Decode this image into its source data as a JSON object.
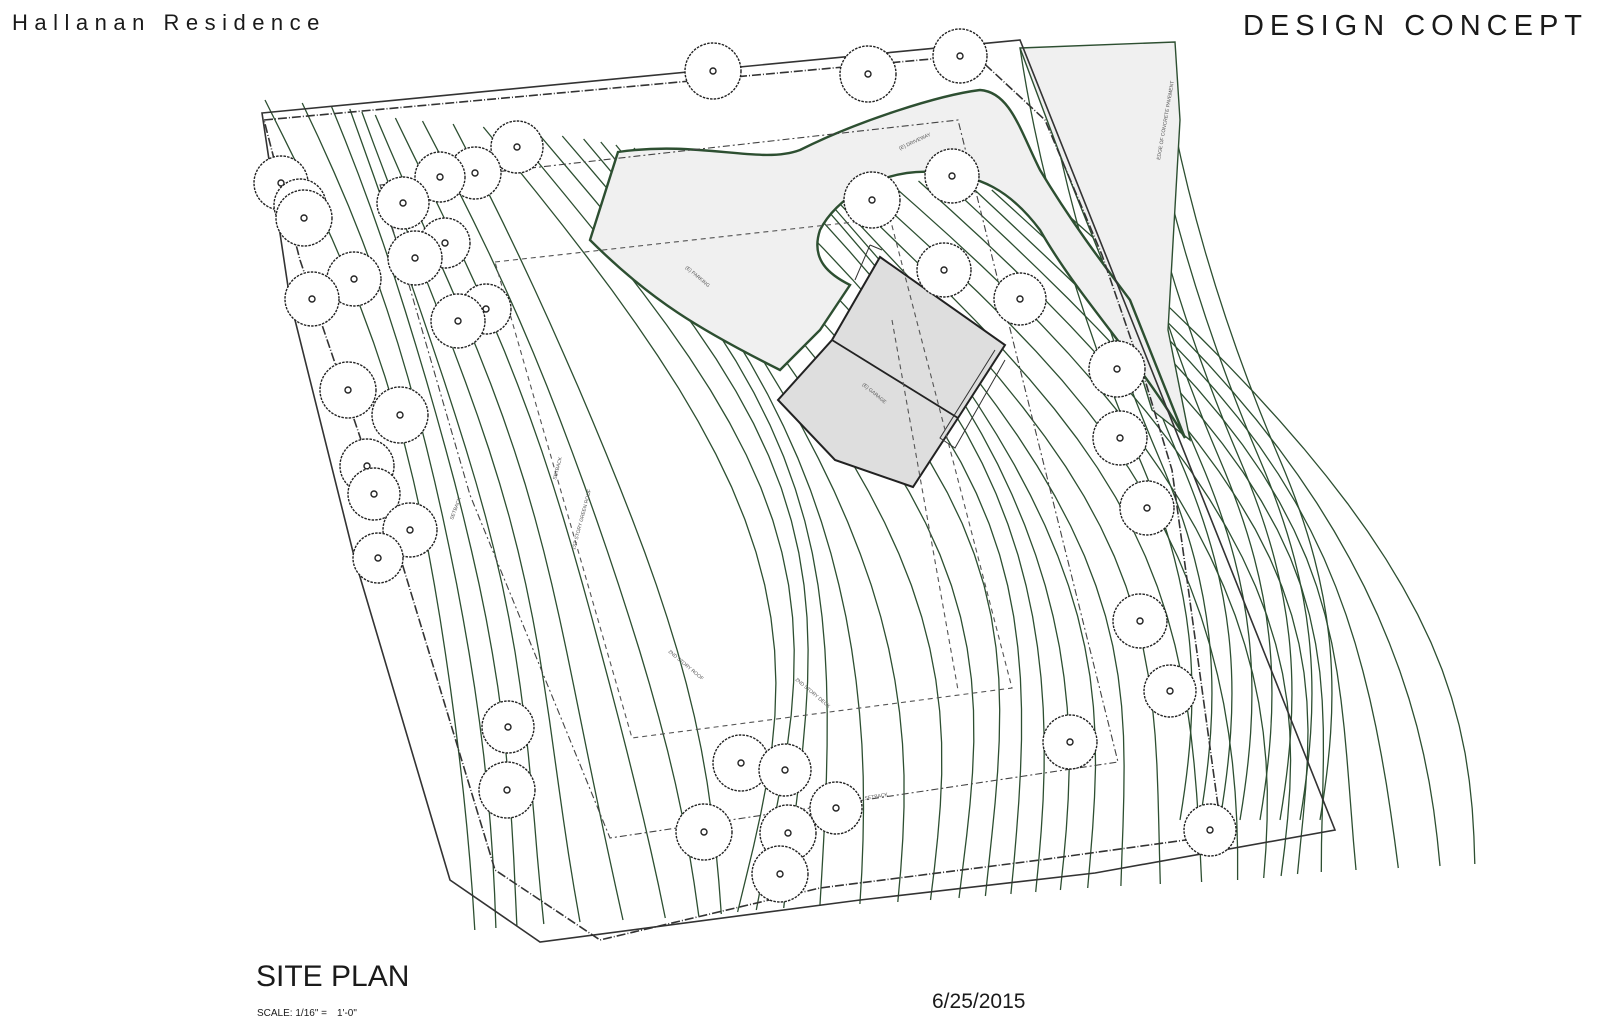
{
  "header": {
    "project_name": "Hallanan Residence",
    "sheet_title": "DESIGN CONCEPT"
  },
  "footer": {
    "plan_title": "SITE PLAN",
    "scale_label": "SCALE: 1/16\" =",
    "scale_value": "1'-0\"",
    "date": "6/25/2015"
  },
  "plan_labels": {
    "driveway": "(E) DRIVEWAY",
    "parking": "(E) PARKING",
    "garage": "(E) GARAGE",
    "first_story": "1ST STORY GREEN ROOF",
    "second_story": "2ND STORY ROOF",
    "second_story_deck": "2ND STORY DECK",
    "setback_a": "SETBACK",
    "setback_b": "SETBACK",
    "setback_c": "SETBACK",
    "edge_of_concrete": "EDGE OF CONCRETE PAVEMENT"
  },
  "colors": {
    "contour": "#2d4f31",
    "ink": "#1a1a1a",
    "pavement": "#f0f0f0",
    "garage": "#dedede"
  }
}
